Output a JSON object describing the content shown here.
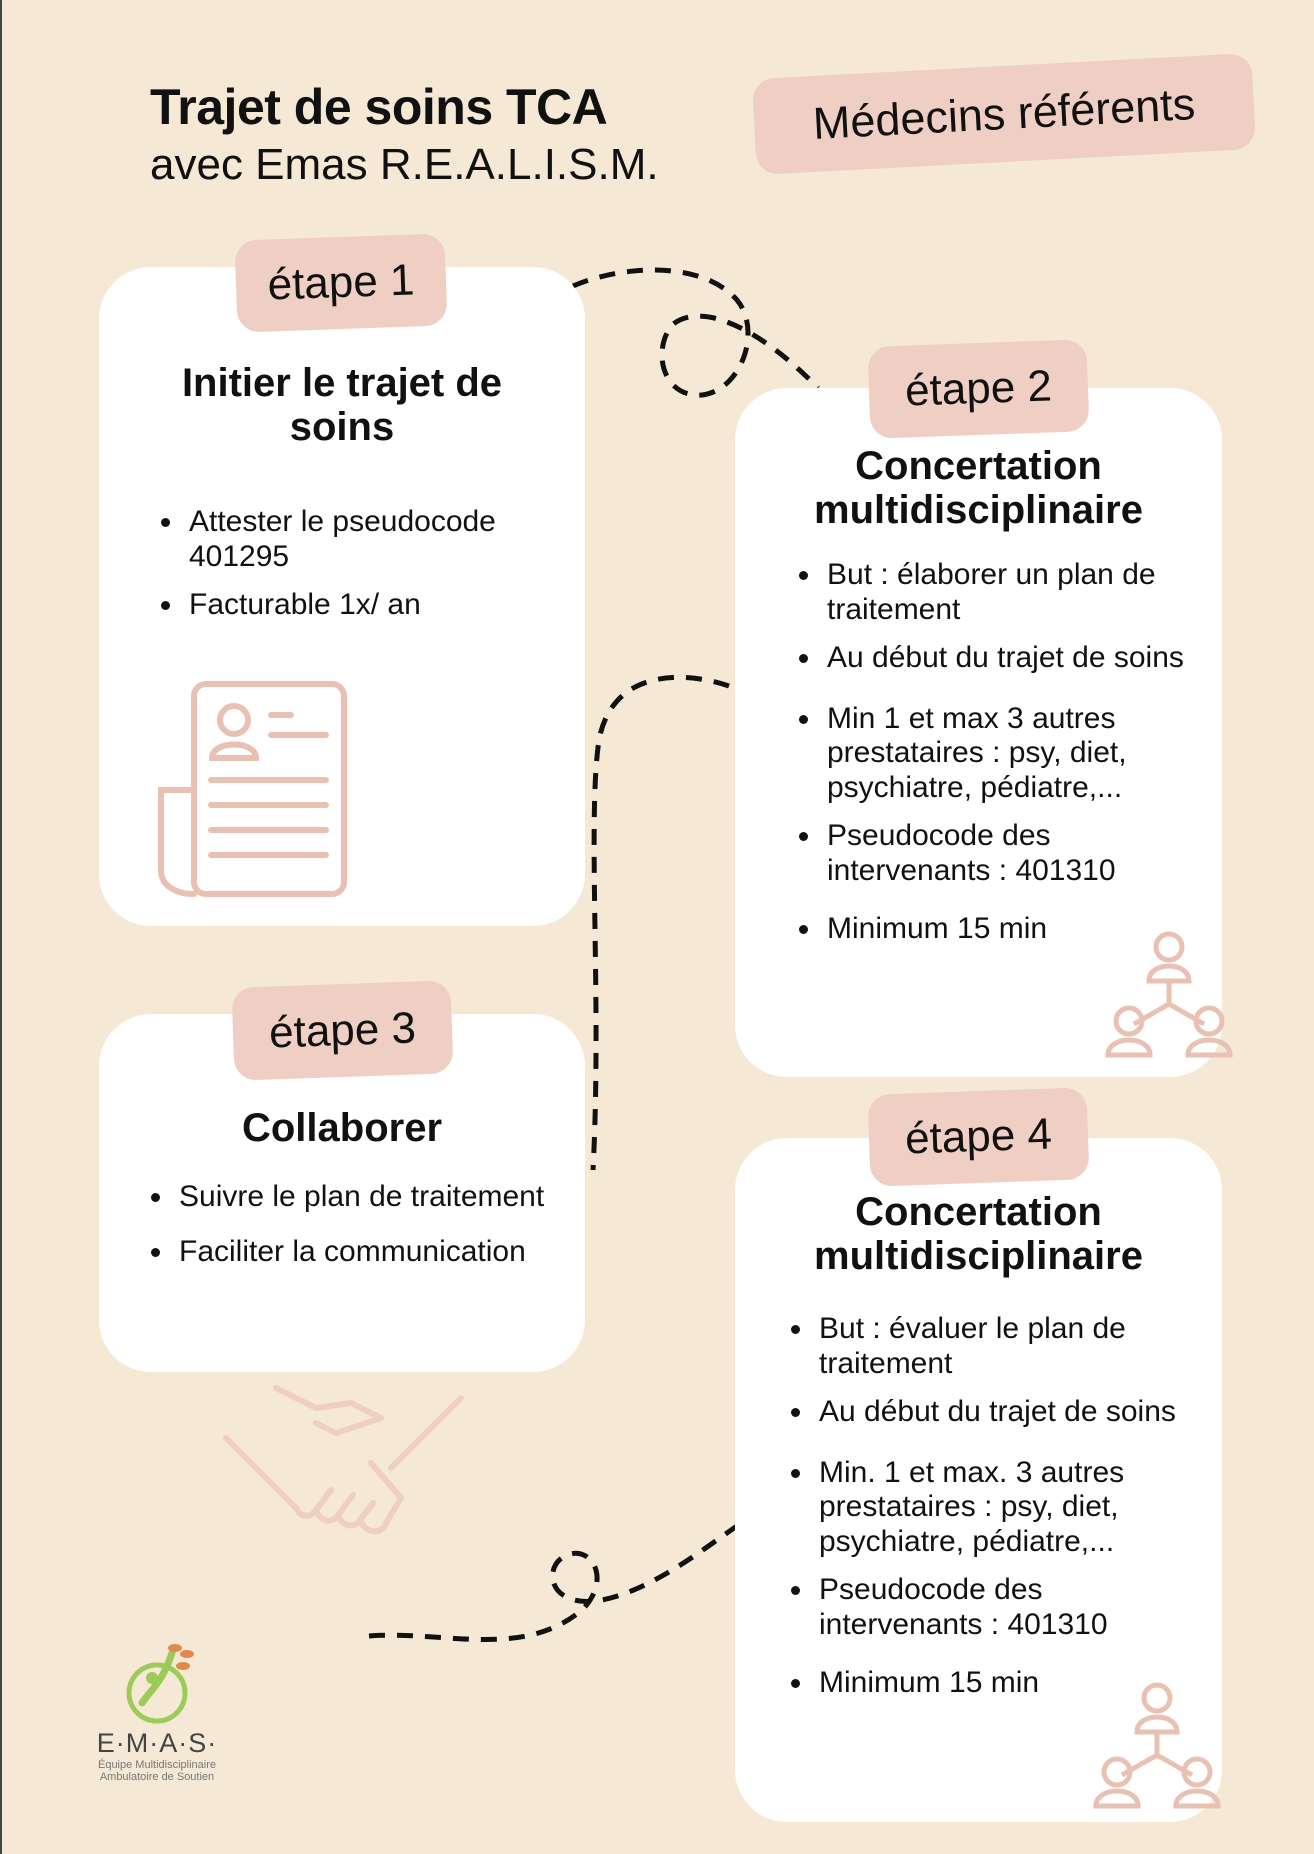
{
  "header": {
    "title": "Trajet de soins TCA",
    "subtitle": "avec Emas R.E.A.L.I.S.M.",
    "audience_badge": "Médecins référents"
  },
  "steps": [
    {
      "badge": "étape 1",
      "title": "Initier le trajet de soins",
      "bullets": [
        "Attester le pseudocode 401295",
        "Facturable 1x/ an"
      ],
      "icon": "document-icon"
    },
    {
      "badge": "étape 2",
      "title": "Concertation multidisciplinaire",
      "bullets": [
        "But : élaborer un plan de traitement",
        "Au début du trajet de soins",
        "Min 1 et max 3 autres prestataires : psy, diet, psychiatre, pédiatre,...",
        "Pseudocode des intervenants : 401310",
        "Minimum 15 min"
      ],
      "icon": "people-network-icon"
    },
    {
      "badge": "étape 3",
      "title": "Collaborer",
      "bullets": [
        "Suivre le plan de traitement",
        "Faciliter la communication"
      ],
      "icon": "handshake-icon"
    },
    {
      "badge": "étape 4",
      "title": "Concertation multidisciplinaire",
      "bullets": [
        "But : évaluer le plan de traitement",
        "Au début du trajet de soins",
        "Min. 1 et max. 3 autres prestataires : psy, diet, psychiatre, pédiatre,...",
        "Pseudocode des intervenants : 401310",
        "Minimum 15 min"
      ],
      "icon": "people-network-icon"
    }
  ],
  "logo": {
    "name": "E·M·A·S·",
    "line1": "Équipe Multidisciplinaire",
    "line2": "Ambulatoire de Soutien"
  },
  "colors": {
    "background": "#f5e9d5",
    "accent": "#efcfc3",
    "icon": "#e8c1b3"
  }
}
